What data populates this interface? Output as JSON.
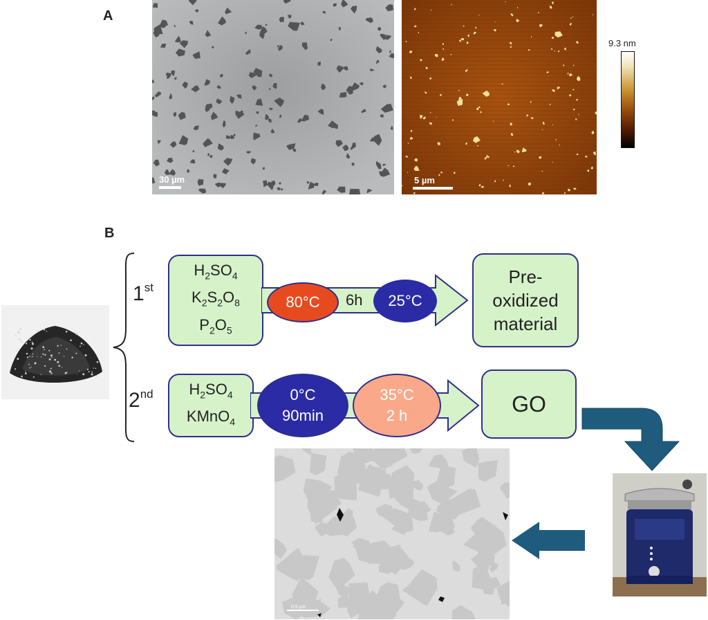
{
  "panel_a": {
    "letter": "A",
    "sem_scale": "30 µm",
    "afm_scale": "5 µm",
    "colorbar_max": "9.3 nm"
  },
  "panel_b": {
    "letter": "B",
    "step1": {
      "label": "1",
      "suffix": "st",
      "reagents": [
        {
          "parts": [
            [
              "H",
              ""
            ],
            [
              "2",
              "sub"
            ],
            [
              "SO",
              ""
            ],
            [
              "4",
              "sub"
            ]
          ]
        },
        {
          "parts": [
            [
              "K",
              ""
            ],
            [
              "2",
              "sub"
            ],
            [
              "S",
              ""
            ],
            [
              "2",
              "sub"
            ],
            [
              "O",
              ""
            ],
            [
              "8",
              "sub"
            ]
          ]
        },
        {
          "parts": [
            [
              "P",
              ""
            ],
            [
              "2",
              "sub"
            ],
            [
              "O",
              ""
            ],
            [
              "5",
              "sub"
            ]
          ]
        }
      ],
      "temp1": "80°C",
      "time": "6h",
      "temp2": "25°C",
      "product_lines": [
        "Pre-",
        "oxidized",
        "material"
      ],
      "colors": {
        "temp1": "#e84a1f",
        "temp2": "#2b2ba6"
      }
    },
    "step2": {
      "label": "2",
      "suffix": "nd",
      "reagents": [
        {
          "parts": [
            [
              "H",
              ""
            ],
            [
              "2",
              "sub"
            ],
            [
              "SO",
              ""
            ],
            [
              "4",
              "sub"
            ]
          ]
        },
        {
          "parts": [
            [
              "KMnO",
              ""
            ],
            [
              "4",
              "sub"
            ]
          ]
        }
      ],
      "temp1": "0°C",
      "time1": "90min",
      "temp2": "35°C",
      "time2": "2 h",
      "product": "GO",
      "colors": {
        "temp1": "#2b2ba6",
        "temp2": "#f9a98a"
      }
    },
    "tem_scale": "0.5 µm",
    "colors": {
      "box_fill": "#d6f2c9",
      "box_border": "#2e2f8a",
      "arrow": "#1f5b7c"
    }
  }
}
